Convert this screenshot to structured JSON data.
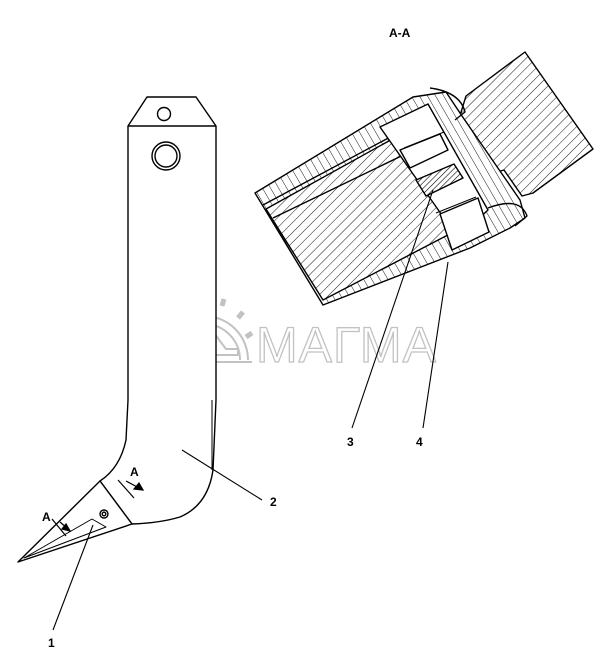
{
  "section_title": "А-А",
  "section_marks": [
    "А",
    "А"
  ],
  "callouts": [
    "1",
    "2",
    "3",
    "4"
  ],
  "watermark": "МАГМА",
  "colors": {
    "line": "#000000",
    "watermark": "#b8b8b8",
    "background": "#ffffff"
  }
}
